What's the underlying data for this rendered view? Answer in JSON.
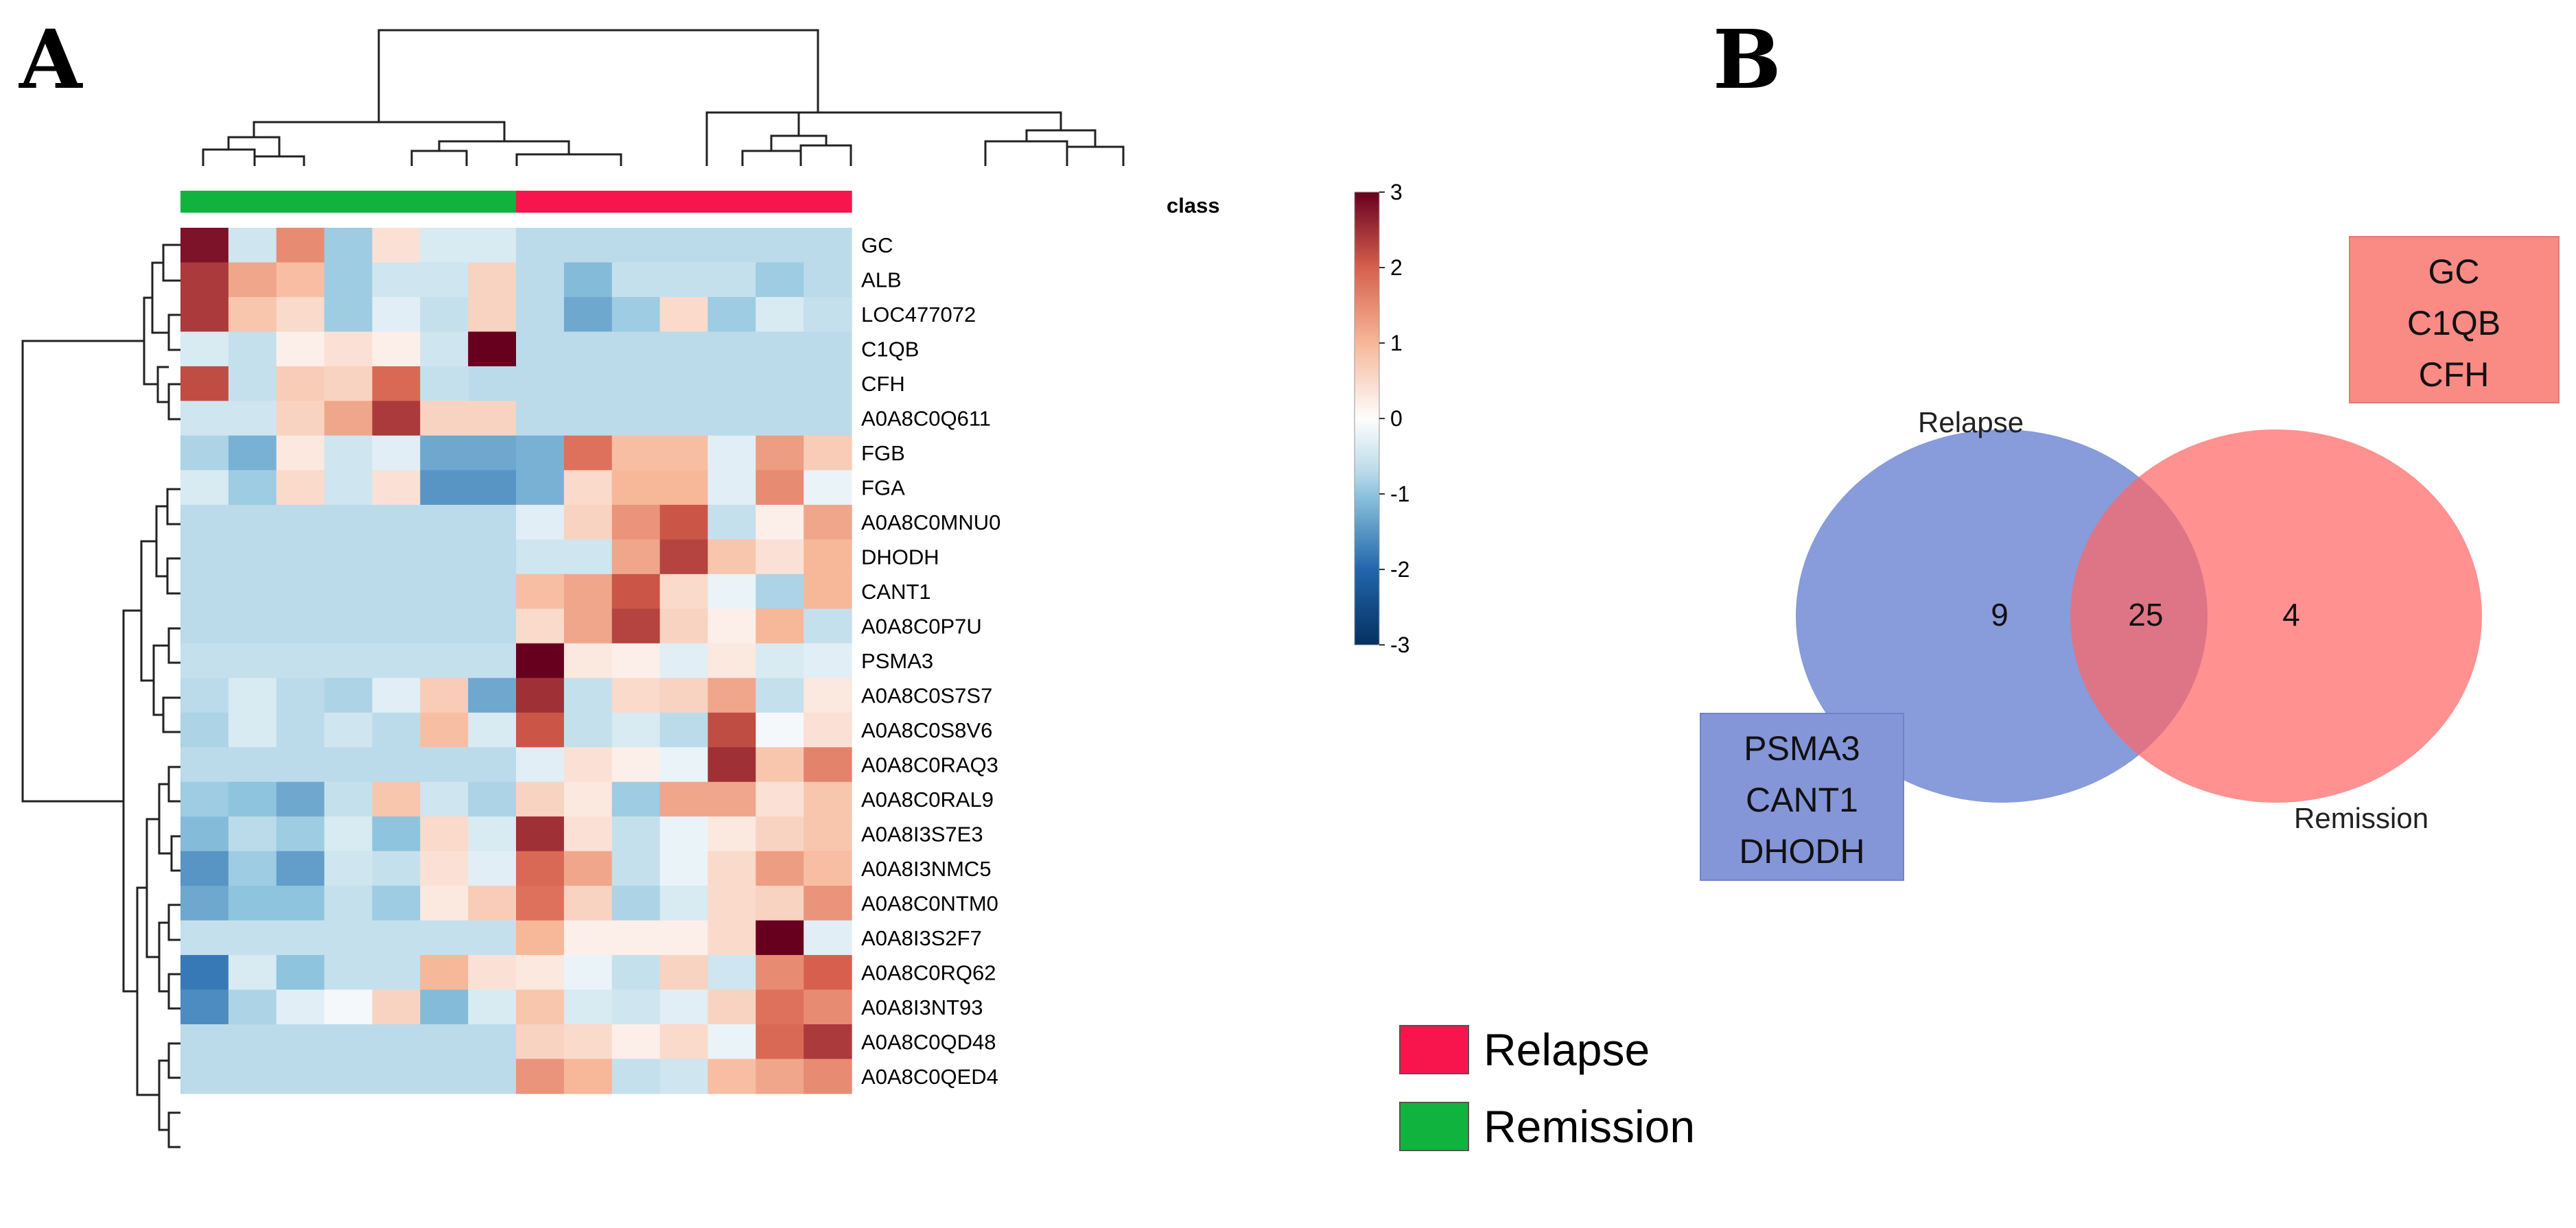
{
  "panels": {
    "a": "A",
    "b": "B"
  },
  "chart_data": [
    {
      "type": "heatmap",
      "color_scale": {
        "min": -3,
        "max": 3,
        "ticks": [
          3,
          2,
          1,
          0,
          -1,
          -2,
          -3
        ],
        "colors": {
          "low": "#053061",
          "mid": "#fdfdfd",
          "high": "#67001f"
        }
      },
      "class_label": "class",
      "columns": [
        "Remission",
        "Remission",
        "Remission",
        "Remission",
        "Remission",
        "Remission",
        "Remission",
        "Relapse",
        "Relapse",
        "Relapse",
        "Relapse",
        "Relapse",
        "Relapse",
        "Relapse"
      ],
      "rows": [
        "GC",
        "ALB",
        "LOC477072",
        "C1QB",
        "CFH",
        "A0A8C0Q611",
        "FGB",
        "FGA",
        "A0A8C0MNU0",
        "DHODH",
        "CANT1",
        "A0A8C0P7U",
        "PSMA3",
        "A0A8C0S7S7",
        "A0A8C0S8V6",
        "A0A8C0RAQ3",
        "A0A8C0RAL9",
        "A0A8I3S7E3",
        "A0A8I3NMC5",
        "A0A8C0NTM0",
        "A0A8I3S2F7",
        "A0A8C0RQ62",
        "A0A8I3NT93",
        "A0A8C0QD48",
        "A0A8C0QED4"
      ],
      "values": [
        [
          2.8,
          -0.5,
          1.5,
          -0.9,
          0.4,
          -0.4,
          -0.4,
          -0.7,
          -0.7,
          -0.7,
          -0.7,
          -0.7,
          -0.7,
          -0.7
        ],
        [
          2.4,
          1.2,
          0.9,
          -0.9,
          -0.5,
          -0.5,
          0.6,
          -0.7,
          -1.1,
          -0.6,
          -0.6,
          -0.6,
          -0.9,
          -0.7
        ],
        [
          2.4,
          0.8,
          0.5,
          -0.9,
          -0.3,
          -0.6,
          0.6,
          -0.7,
          -1.3,
          -0.9,
          0.5,
          -0.9,
          -0.4,
          -0.6
        ],
        [
          -0.4,
          -0.6,
          0.2,
          0.4,
          0.2,
          -0.5,
          3.2,
          -0.7,
          -0.7,
          -0.7,
          -0.7,
          -0.7,
          -0.7,
          -0.7
        ],
        [
          2.2,
          -0.6,
          0.7,
          0.6,
          1.9,
          -0.6,
          -0.7,
          -0.7,
          -0.7,
          -0.7,
          -0.7,
          -0.7,
          -0.7,
          -0.7
        ],
        [
          -0.5,
          -0.5,
          0.6,
          1.2,
          2.4,
          0.6,
          0.6,
          -0.7,
          -0.7,
          -0.7,
          -0.7,
          -0.7,
          -0.7,
          -0.7
        ],
        [
          -0.8,
          -1.2,
          0.3,
          -0.5,
          -0.3,
          -1.3,
          -1.3,
          -1.2,
          1.8,
          0.9,
          0.9,
          -0.3,
          1.3,
          0.7
        ],
        [
          -0.4,
          -0.9,
          0.5,
          -0.5,
          0.4,
          -1.5,
          -1.5,
          -1.2,
          0.5,
          1.0,
          1.0,
          -0.3,
          1.5,
          -0.2
        ],
        [
          -0.7,
          -0.7,
          -0.7,
          -0.7,
          -0.7,
          -0.7,
          -0.7,
          -0.3,
          0.6,
          1.4,
          2.1,
          -0.6,
          0.2,
          1.2
        ],
        [
          -0.7,
          -0.7,
          -0.7,
          -0.7,
          -0.7,
          -0.7,
          -0.7,
          -0.5,
          -0.5,
          1.2,
          2.3,
          0.8,
          0.4,
          1.0
        ],
        [
          -0.7,
          -0.7,
          -0.7,
          -0.7,
          -0.7,
          -0.7,
          -0.7,
          0.9,
          1.2,
          2.1,
          0.5,
          -0.2,
          -0.8,
          1.0
        ],
        [
          -0.7,
          -0.7,
          -0.7,
          -0.7,
          -0.7,
          -0.7,
          -0.7,
          0.5,
          1.2,
          2.3,
          0.6,
          0.2,
          1.0,
          -0.6
        ],
        [
          -0.6,
          -0.6,
          -0.6,
          -0.6,
          -0.6,
          -0.6,
          -0.6,
          3.3,
          0.3,
          0.2,
          -0.3,
          0.3,
          -0.4,
          -0.3
        ],
        [
          -0.7,
          -0.4,
          -0.7,
          -0.8,
          -0.3,
          0.7,
          -1.3,
          2.5,
          -0.6,
          0.5,
          0.6,
          1.2,
          -0.6,
          0.3
        ],
        [
          -0.8,
          -0.4,
          -0.7,
          -0.5,
          -0.7,
          0.9,
          -0.4,
          2.1,
          -0.6,
          -0.4,
          -0.7,
          2.2,
          -0.1,
          0.4
        ],
        [
          -0.7,
          -0.7,
          -0.7,
          -0.7,
          -0.7,
          -0.7,
          -0.7,
          -0.3,
          0.4,
          0.2,
          -0.2,
          2.5,
          0.8,
          1.6
        ],
        [
          -0.9,
          -1.0,
          -1.3,
          -0.6,
          0.8,
          -0.5,
          -0.8,
          0.6,
          0.3,
          -0.9,
          1.2,
          1.2,
          0.4,
          0.8
        ],
        [
          -1.1,
          -0.7,
          -0.9,
          -0.4,
          -1.0,
          0.5,
          -0.4,
          2.5,
          0.4,
          -0.6,
          -0.2,
          0.3,
          0.6,
          0.8
        ],
        [
          -1.5,
          -0.9,
          -1.4,
          -0.5,
          -0.6,
          0.4,
          -0.3,
          1.9,
          1.2,
          -0.6,
          -0.2,
          0.5,
          1.3,
          0.9
        ],
        [
          -1.3,
          -1.0,
          -1.0,
          -0.6,
          -0.9,
          0.3,
          0.7,
          1.8,
          0.6,
          -0.8,
          -0.4,
          0.5,
          0.6,
          1.4
        ],
        [
          -0.6,
          -0.6,
          -0.6,
          -0.6,
          -0.6,
          -0.6,
          -0.6,
          1.0,
          0.2,
          0.2,
          0.2,
          0.5,
          3.1,
          -0.3
        ],
        [
          -1.8,
          -0.4,
          -1.0,
          -0.6,
          -0.6,
          1.0,
          0.4,
          0.3,
          -0.2,
          -0.6,
          0.6,
          -0.5,
          1.5,
          2.0
        ],
        [
          -1.6,
          -0.8,
          -0.3,
          -0.1,
          0.6,
          -1.1,
          -0.4,
          0.8,
          -0.4,
          -0.5,
          -0.3,
          0.6,
          1.8,
          1.5
        ],
        [
          -0.7,
          -0.7,
          -0.7,
          -0.7,
          -0.7,
          -0.7,
          -0.7,
          0.6,
          0.5,
          0.2,
          0.5,
          -0.2,
          1.9,
          2.4
        ],
        [
          -0.7,
          -0.7,
          -0.7,
          -0.7,
          -0.7,
          -0.7,
          -0.7,
          1.4,
          1.0,
          -0.6,
          -0.5,
          0.9,
          1.2,
          1.5
        ]
      ],
      "legend": [
        {
          "label": "Relapse",
          "color": "#f8154d"
        },
        {
          "label": "Remission",
          "color": "#11b33f"
        }
      ]
    },
    {
      "type": "venn",
      "sets": [
        {
          "label": "Relapse",
          "only": "9",
          "color": "#5a74cc"
        },
        {
          "label": "Remission",
          "only": "4",
          "color": "#ff6666"
        }
      ],
      "intersection": "25",
      "annotations": {
        "remission_only": {
          "lines": [
            "GC",
            "C1QB",
            "CFH"
          ],
          "color": "#f98a84"
        },
        "relapse_only": {
          "lines": [
            "PSMA3",
            "CANT1",
            "DHODH"
          ],
          "color": "#8496d8"
        }
      }
    }
  ]
}
